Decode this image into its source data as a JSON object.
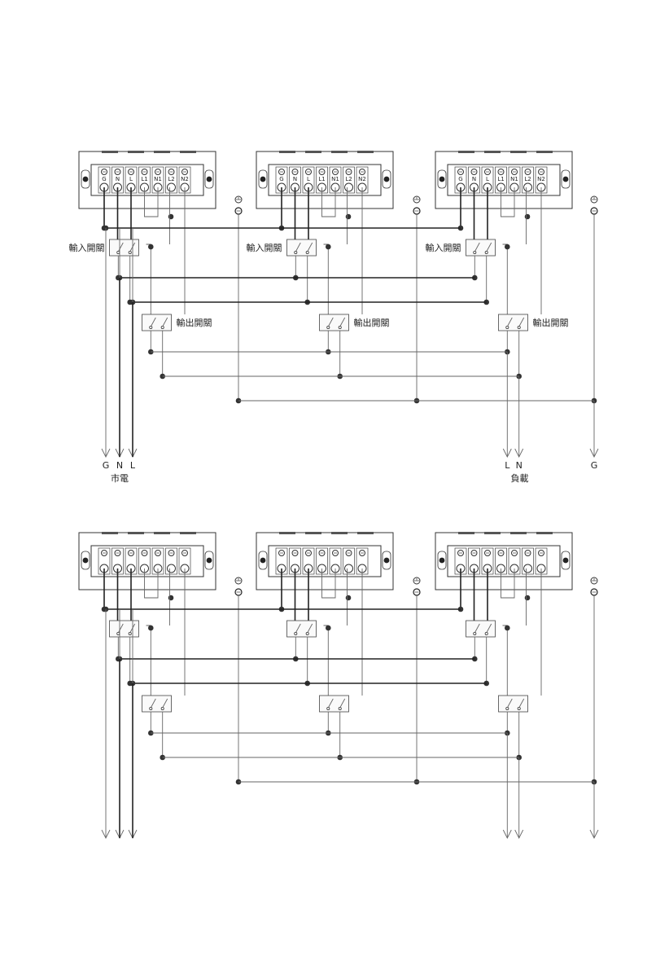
{
  "terminals": [
    "G",
    "N",
    "L",
    "L1",
    "N1",
    "L2",
    "N2"
  ],
  "labels": {
    "input_switch": "輸入開關",
    "output_switch": "輸出開關",
    "mains": "市電",
    "load": "負載",
    "mains_G": "G",
    "mains_N": "N",
    "mains_L": "L",
    "load_L": "L",
    "load_N": "N",
    "load_G": "G"
  }
}
